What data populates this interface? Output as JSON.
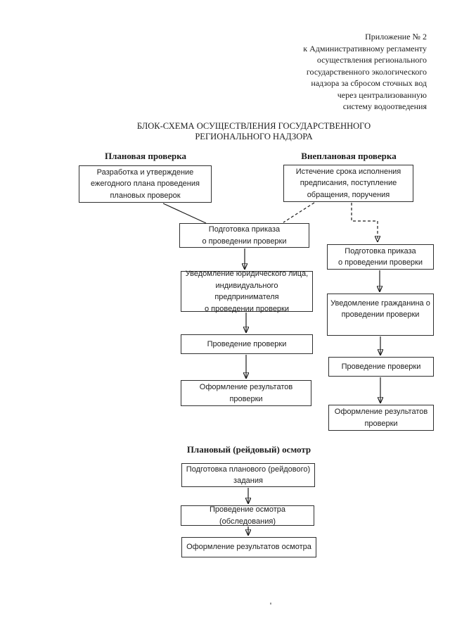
{
  "document": {
    "appendix_note": "Приложение № 2\nк Административному регламенту\nосуществления регионального\nгосударственного экологического\nнадзора за сбросом сточных вод\nчерез централизованную\nсистему водоотведения",
    "title": "БЛОК-СХЕМА ОСУЩЕСТВЛЕНИЯ ГОСУДАРСТВЕННОГО\nРЕГИОНАЛЬНОГО НАДЗОРА"
  },
  "flowchart": {
    "planned": {
      "heading": "Плановая проверка",
      "box_develop_plan": "Разработка и утверждение\nежегодного плана проведения\nплановых проверок"
    },
    "common": {
      "box_order": "Подготовка приказа\nо проведении проверки",
      "box_notify_legal": "Уведомление юридического лица,\nиндивидуального предпринимателя\nо проведении проверки",
      "box_inspection": "Проведение проверки",
      "box_results": "Оформление результатов проверки"
    },
    "unplanned": {
      "heading": "Внеплановая проверка",
      "box_trigger": "Истечение срока исполнения\nпредписания, поступление\nобращения, поручения",
      "box_order": "Подготовка приказа\nо проведении проверки",
      "box_notify_citizen": "Уведомление гражданина о\nпроведении проверки",
      "box_inspection": "Проведение проверки",
      "box_results": "Оформление результатов\nпроверки"
    },
    "raid": {
      "heading": "Плановый (рейдовый) осмотр",
      "box_task": "Подготовка планового (рейдового)\nзадания",
      "box_survey": "Проведение осмотра (обследования)",
      "box_results": "Оформление результатов осмотра"
    }
  },
  "colors": {
    "ink": "#1c1c1c",
    "box_border": "#2f2f2f",
    "background": "#ffffff"
  }
}
